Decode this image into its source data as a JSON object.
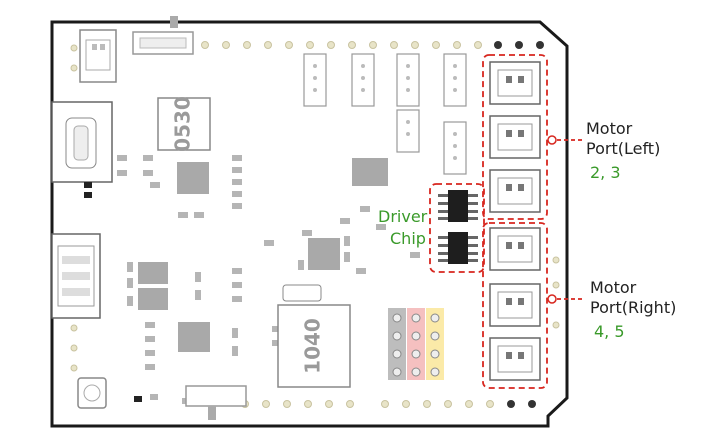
{
  "labels": {
    "motor_left_title_line1": "Motor",
    "motor_left_title_line2": "Port(Left)",
    "motor_left_ports": "2, 3",
    "motor_right_title_line1": "Motor",
    "motor_right_title_line2": "Port(Right)",
    "motor_right_ports": "4, 5",
    "driver_line1": "Driver",
    "driver_line2": "Chip"
  },
  "silkscreen": {
    "inductor_small": "0530",
    "inductor_large": "1040"
  },
  "colors": {
    "board_outline": "#1a1a1a",
    "highlight": "#d7261e",
    "label_green": "#3a9a2a",
    "component_gray": "#a9a9a9",
    "chip_black": "#1e1e1e",
    "header_red": "#f5c0c0",
    "header_yellow": "#fbeaa8",
    "header_gray": "#bdbdbd"
  }
}
